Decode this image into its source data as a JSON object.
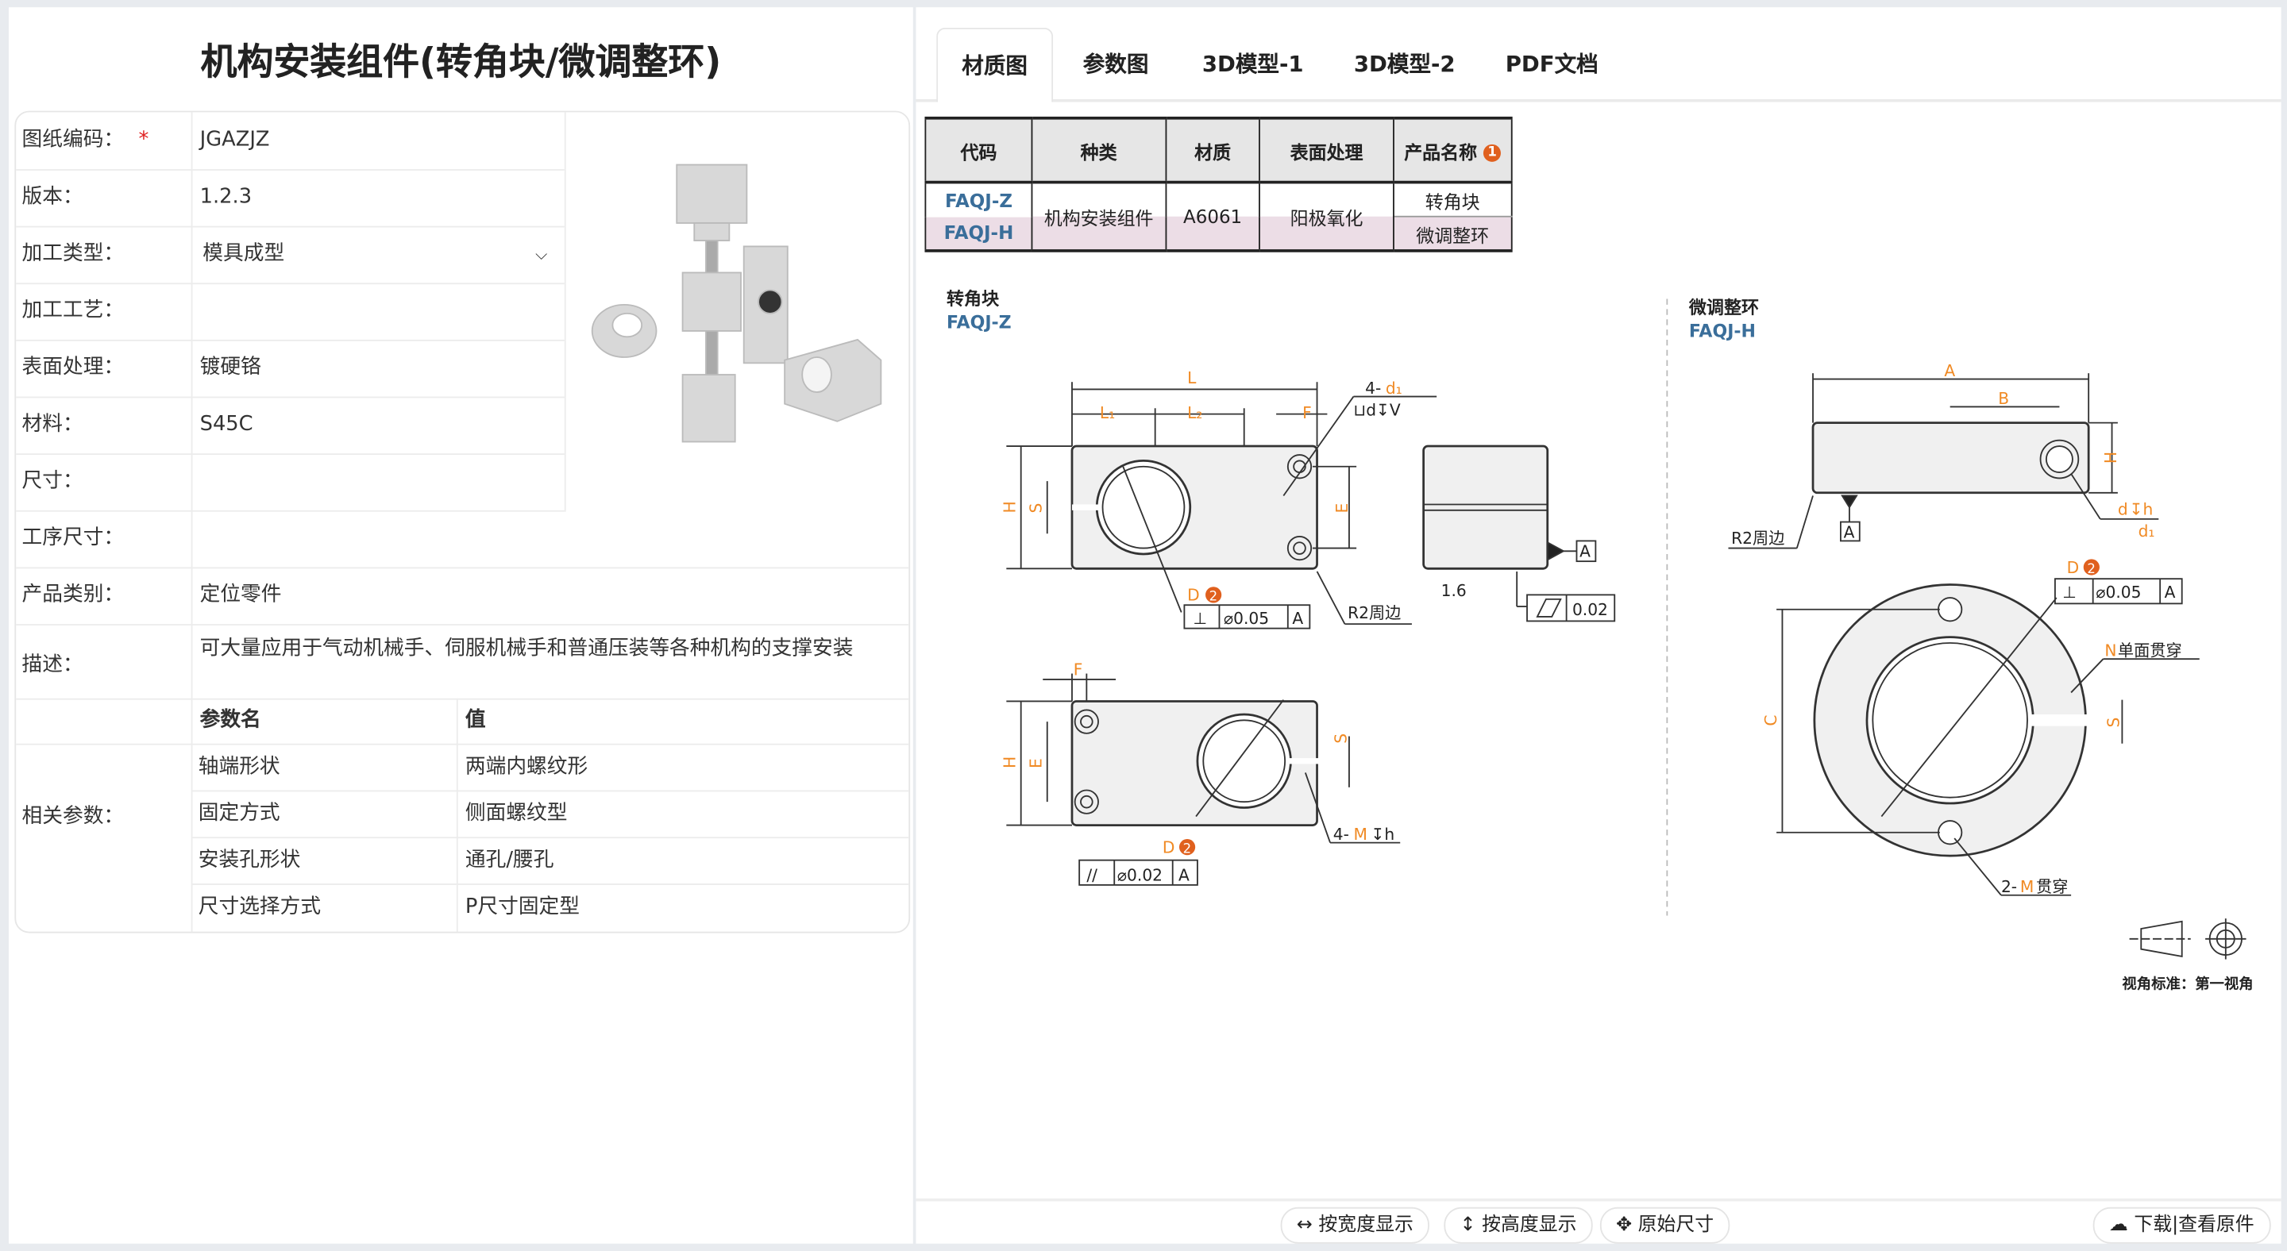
{
  "left": {
    "title": "机构安装组件(转角块/微调整环)",
    "fields": [
      {
        "label": "图纸编码：",
        "value": "JGAZJZ",
        "required_mark": "*"
      },
      {
        "label": "版本：",
        "value": "1.2.3"
      },
      {
        "label": "加工类型：",
        "value": "模具成型"
      },
      {
        "label": "加工工艺：",
        "value": ""
      },
      {
        "label": "表面处理：",
        "value": "镀硬铬"
      },
      {
        "label": "材料：",
        "value": "S45C"
      },
      {
        "label": "尺寸：",
        "value": ""
      },
      {
        "label": "工序尺寸：",
        "value": ""
      },
      {
        "label": "产品类别：",
        "value": "定位零件"
      },
      {
        "label": "描述：",
        "value": "可大量应用于气动机械手、伺服机械手和普通压装等各种机构的支撑安装"
      }
    ],
    "params": {
      "label": "相关参数：",
      "header": [
        "参数名",
        "值"
      ],
      "rows": [
        [
          "轴端形状",
          "两端内螺纹形"
        ],
        [
          "固定方式",
          "侧面螺纹型"
        ],
        [
          "安装孔形状",
          "通孔/腰孔"
        ],
        [
          "尺寸选择方式",
          "P尺寸固定型"
        ]
      ]
    }
  },
  "right": {
    "tabs": [
      "材质图",
      "参数图",
      "3D模型-1",
      "3D模型-2",
      "PDF文档"
    ],
    "active_tab": 0,
    "spec_table": {
      "headers": [
        "代码",
        "种类",
        "材质",
        "表面处理",
        "产品名称"
      ],
      "header_badge": "1",
      "codes": [
        "FAQJ-Z",
        "FAQJ-H"
      ],
      "kind": "机构安装组件",
      "material": "A6061",
      "surface": "阳极氧化",
      "names": [
        "转角块",
        "微调整环"
      ]
    },
    "drawing": {
      "part1_name": "转角块",
      "part1_code": "FAQJ-Z",
      "part2_name": "微调整环",
      "part2_code": "FAQJ-H",
      "labels": {
        "L": "L",
        "L1": "L₁",
        "L2": "L₂",
        "F": "F",
        "H": "H",
        "S": "S",
        "E": "E",
        "A": "A",
        "B": "B",
        "C": "C",
        "D": "D",
        "M": "M",
        "N": "N",
        "d": "d",
        "d1": "d₁",
        "hole_prefix": "4-",
        "hole_spec": "⊔d↧V",
        "thread_prefix": "4-",
        "thread_suffix": "↧h",
        "two_m_prefix": "2-",
        "two_m_suffix": "贯穿",
        "r2": "R2周边",
        "one_side": "单面贯穿",
        "dth": "↧h",
        "ra": "1.6",
        "datum": "A",
        "badge2": "2",
        "tol1": "⌀0.05",
        "tol2": "⌀0.02",
        "tol3": "⌀0.05",
        "flat": "0.02",
        "perp": "⊥",
        "para": "//"
      },
      "view_standard": "视角标准：第一视角"
    },
    "toolbar": {
      "fit_width": "按宽度显示",
      "fit_height": "按高度显示",
      "original": "原始尺寸",
      "download": "下载|查看原件"
    }
  },
  "colors": {
    "accent_orange": "#f08a24",
    "code_blue": "#3a6e9a",
    "badge": "#e0601e",
    "highlight_row": "#ecdde6"
  }
}
